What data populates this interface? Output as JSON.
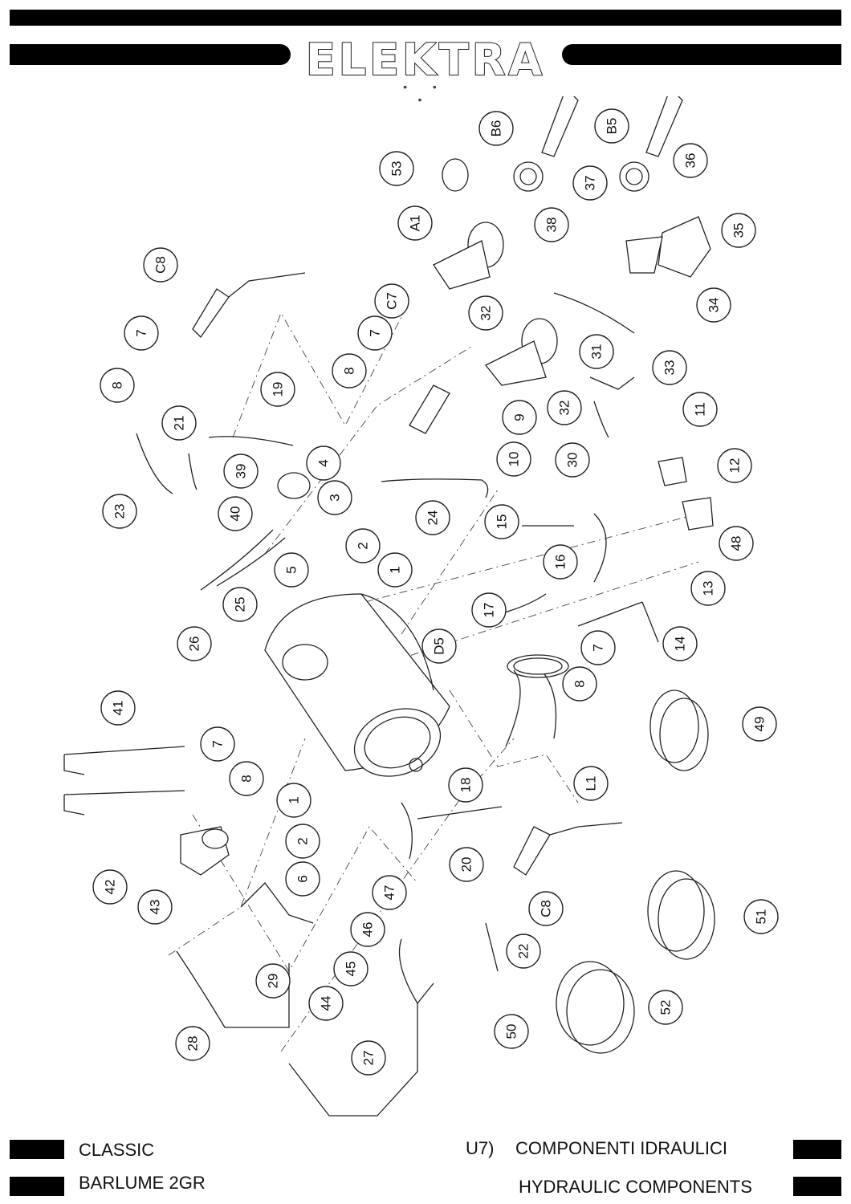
{
  "header": {
    "brand": "ELEKTRA",
    "dots": "• • •"
  },
  "diagram": {
    "callouts": [
      "B6",
      "B5",
      "53",
      "36",
      "37",
      "38",
      "35",
      "A1",
      "C8",
      "34",
      "7",
      "32",
      "C7",
      "33",
      "8",
      "31",
      "7",
      "8",
      "21",
      "19",
      "9",
      "32",
      "10",
      "30",
      "4",
      "39",
      "11",
      "3",
      "23",
      "40",
      "2",
      "12",
      "24",
      "15",
      "48",
      "5",
      "1",
      "16",
      "13",
      "17",
      "25",
      "26",
      "D5",
      "7",
      "14",
      "8",
      "41",
      "7",
      "8",
      "49",
      "1",
      "18",
      "L1",
      "2",
      "42",
      "6",
      "47",
      "20",
      "C8",
      "51",
      "43",
      "46",
      "22",
      "29",
      "45",
      "44",
      "52",
      "28",
      "50",
      "27"
    ]
  },
  "footer": {
    "left_top": "CLASSIC",
    "left_bottom": "BARLUME 2GR",
    "right_section": "U7)",
    "right_title_it": "COMPONENTI IDRAULICI",
    "right_title_en": "HYDRAULIC COMPONENTS"
  }
}
